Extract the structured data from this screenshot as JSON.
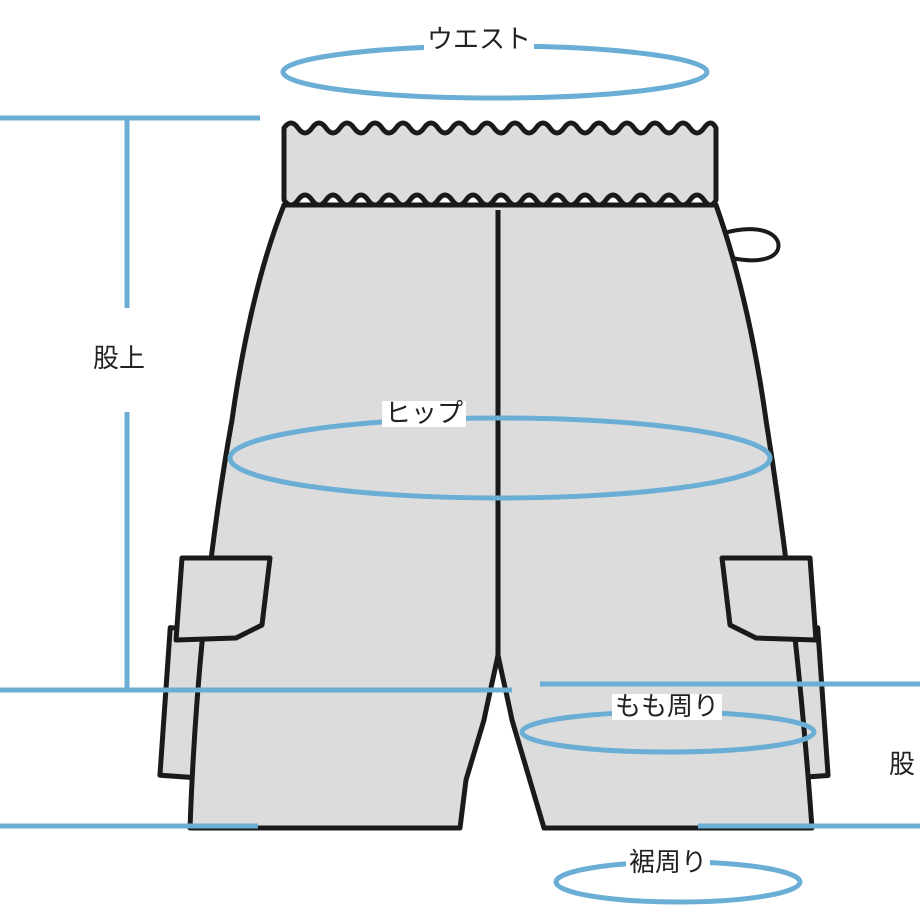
{
  "labels": {
    "waist": "ウエスト",
    "rise": "股上",
    "hip": "ヒップ",
    "thigh": "もも周り",
    "inseam": "股",
    "hem": "裾周り"
  },
  "colors": {
    "measure_line": "#6aaed6",
    "garment_fill": "#dcdcdc",
    "garment_stroke": "#1a1a1a",
    "text": "#222222"
  }
}
